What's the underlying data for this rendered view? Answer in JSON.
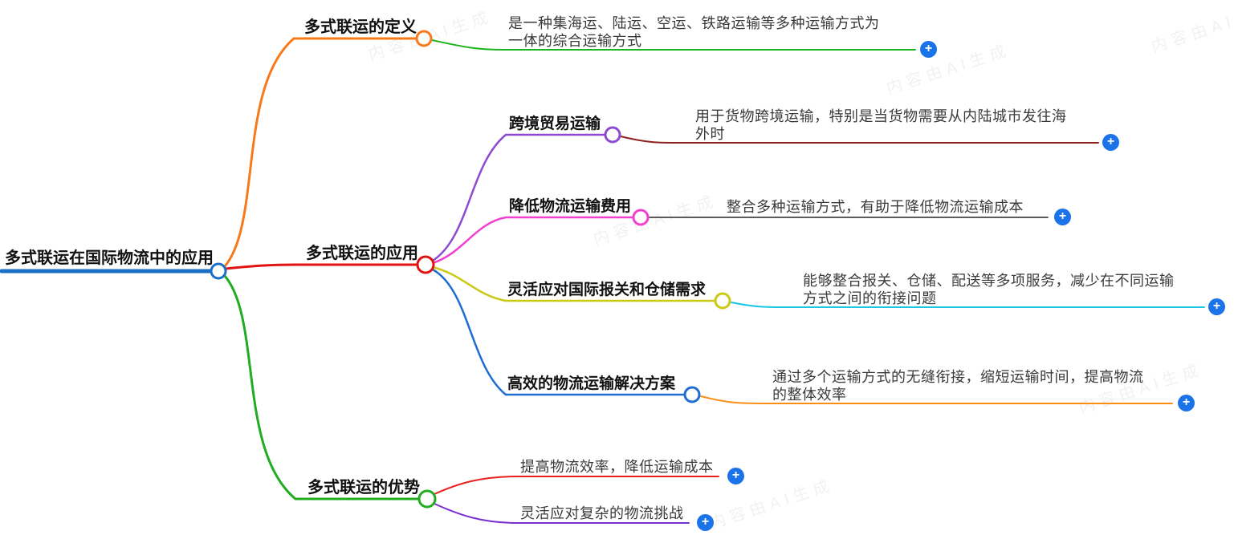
{
  "ui": {
    "add_label": "+"
  },
  "watermark": {
    "text": "内容由AI生成"
  },
  "colors": {
    "root_line": "#1b6fc6",
    "branch_definition": "#f8791a",
    "branch_application": "#e01212",
    "branch_advantage": "#21ac21",
    "child_crossborder": "#8d4ad1",
    "child_cost": "#f23fd0",
    "child_customs": "#cbc916",
    "child_solution": "#1e6ed2",
    "leaf_definition": "#1db31d",
    "leaf_crossborder": "#8e2020",
    "leaf_cost": "#444444",
    "leaf_customs": "#18c6e6",
    "leaf_solution": "#fb8e15",
    "leaf_efficiency": "#e82020",
    "leaf_flexibility": "#7a2fd0",
    "plus_button": "#1a73e8"
  },
  "root": {
    "label": "多式联运在国际物流中的应用"
  },
  "branches": [
    {
      "label": "多式联运的定义",
      "leaves": [
        {
          "text": "是一种集海运、陆运、空运、铁路运输等多种运输方式为\n一体的综合运输方式"
        }
      ]
    },
    {
      "label": "多式联运的应用",
      "children": [
        {
          "label": "跨境贸易运输",
          "leaves": [
            {
              "text": "用于货物跨境运输，特别是当货物需要从内陆城市发往海\n外时"
            }
          ]
        },
        {
          "label": "降低物流运输费用",
          "leaves": [
            {
              "text": "整合多种运输方式，有助于降低物流运输成本"
            }
          ]
        },
        {
          "label": "灵活应对国际报关和仓储需求",
          "leaves": [
            {
              "text": "能够整合报关、仓储、配送等多项服务，减少在不同运输\n方式之间的衔接问题"
            }
          ]
        },
        {
          "label": "高效的物流运输解决方案",
          "leaves": [
            {
              "text": "通过多个运输方式的无缝衔接，缩短运输时间，提高物流\n的整体效率"
            }
          ]
        }
      ]
    },
    {
      "label": "多式联运的优势",
      "leaves": [
        {
          "text": "提高物流效率，降低运输成本"
        },
        {
          "text": "灵活应对复杂的物流挑战"
        }
      ]
    }
  ]
}
